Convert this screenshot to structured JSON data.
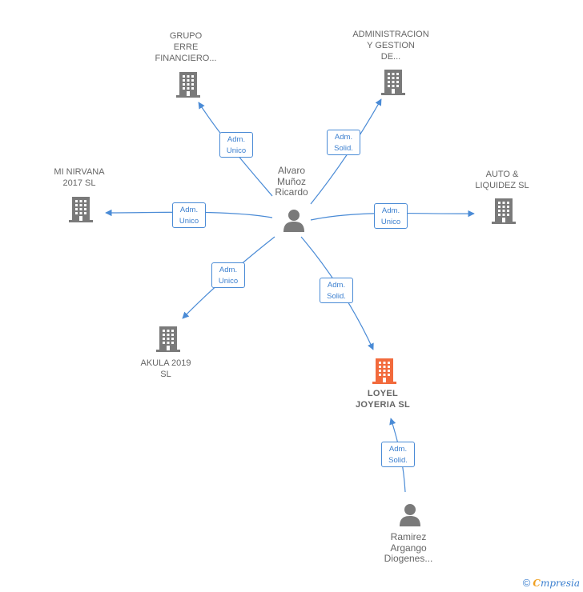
{
  "nodes": {
    "grupo_erre": {
      "label": [
        "GRUPO",
        "ERRE",
        "FINANCIERO..."
      ]
    },
    "administracion": {
      "label": [
        "ADMINISTRACION",
        "Y GESTION",
        "DE..."
      ]
    },
    "mi_nirvana": {
      "label": [
        "MI NIRVANA",
        "2017  SL"
      ]
    },
    "auto_liquidez": {
      "label": [
        "AUTO &",
        "LIQUIDEZ SL"
      ]
    },
    "akula": {
      "label": [
        "AKULA 2019",
        "SL"
      ]
    },
    "loyel": {
      "label": [
        "LOYEL",
        "JOYERIA  SL"
      ]
    },
    "alvaro": {
      "label": [
        "Alvaro",
        "Muñoz",
        "Ricardo"
      ]
    },
    "ramirez": {
      "label": [
        "Ramirez",
        "Argango",
        "Diogenes..."
      ]
    }
  },
  "edges": {
    "to_grupo": [
      "Adm.",
      "Unico"
    ],
    "to_admin": [
      "Adm.",
      "Solid."
    ],
    "to_nirvana": [
      "Adm.",
      "Unico"
    ],
    "to_auto": [
      "Adm.",
      "Unico"
    ],
    "to_akula": [
      "Adm.",
      "Unico"
    ],
    "to_loyel_alvaro": [
      "Adm.",
      "Solid."
    ],
    "to_loyel_ramirez": [
      "Adm.",
      "Solid."
    ]
  },
  "colors": {
    "company": "#7a7a7a",
    "main_company": "#f26a3c",
    "person": "#7a7a7a",
    "edge": "#4a8bd6"
  },
  "footer": {
    "copyright": "©",
    "brand_first": "C",
    "brand_rest": "mpresia"
  }
}
